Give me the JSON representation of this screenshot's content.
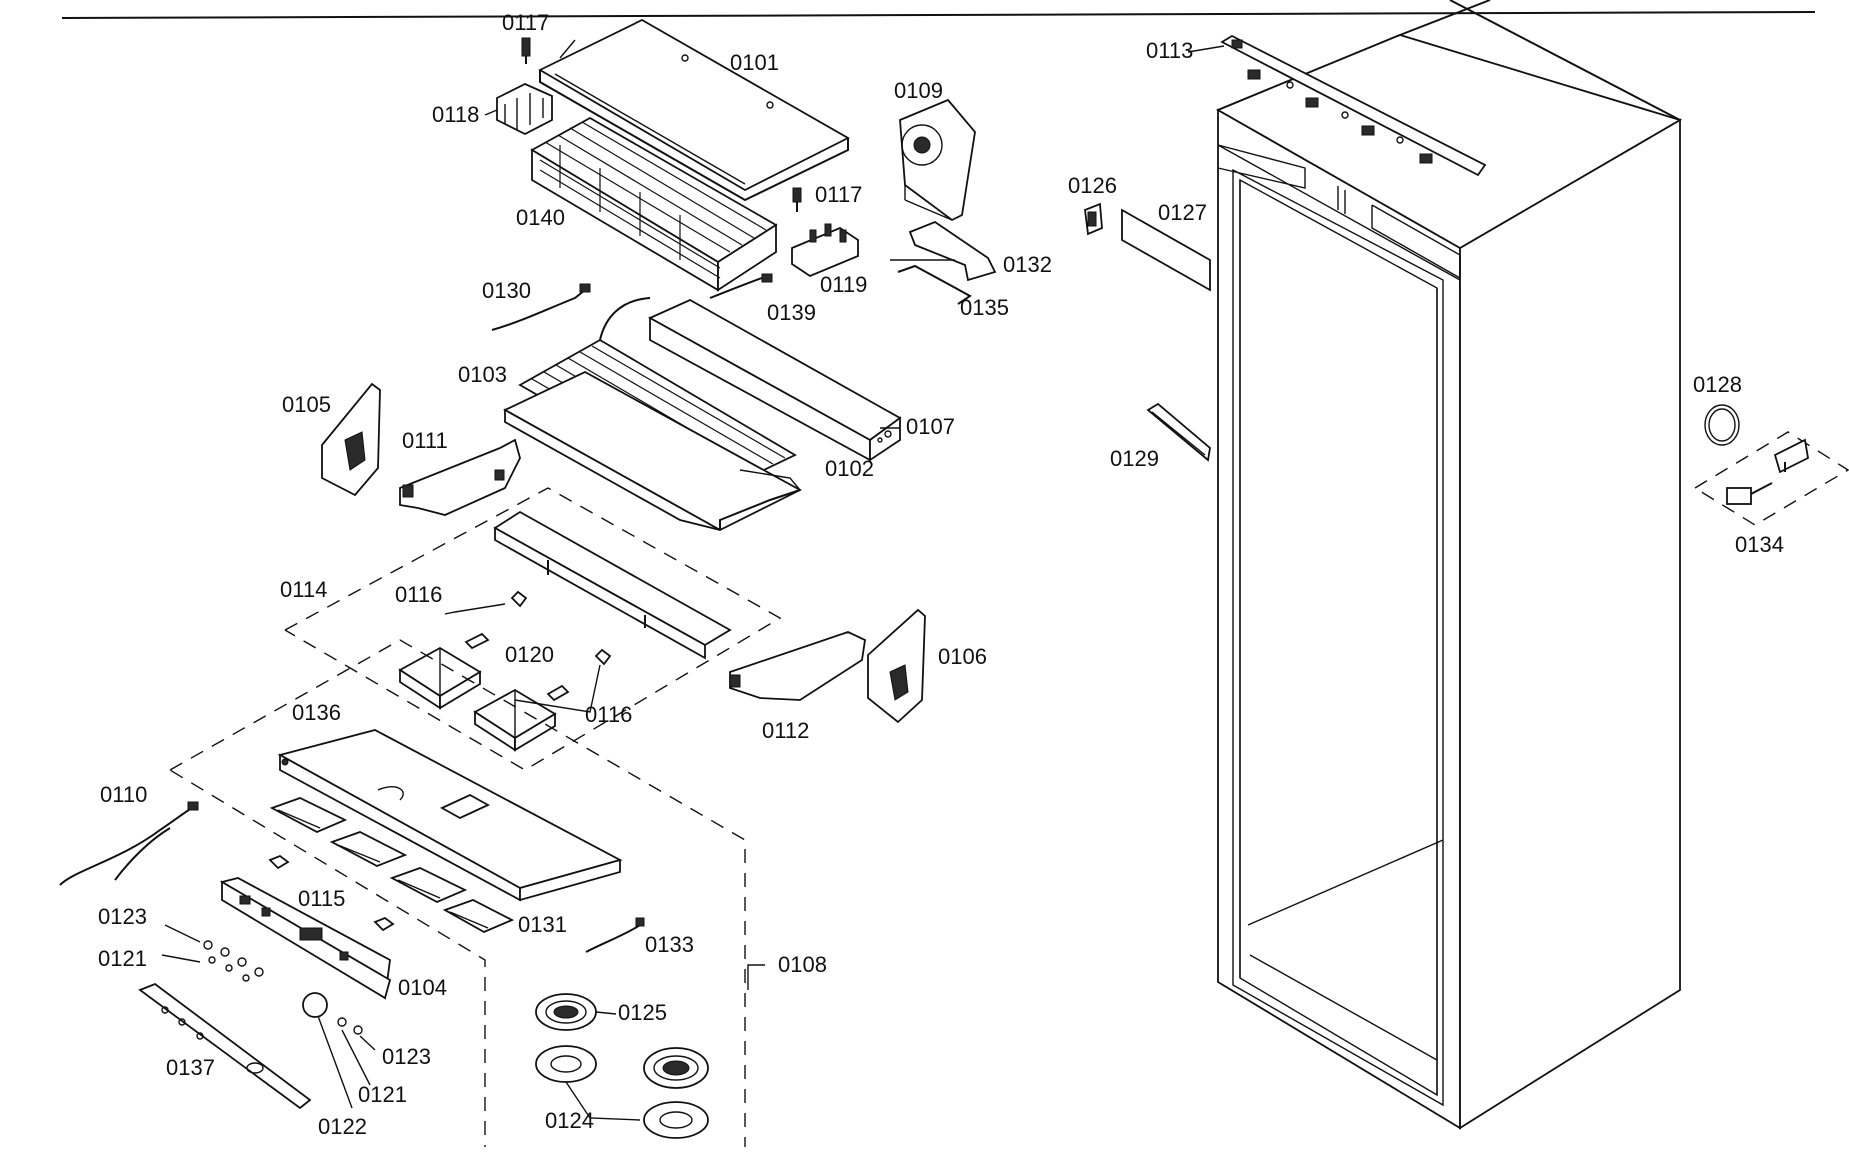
{
  "labels": [
    {
      "id": "0117a",
      "text": "0117"
    },
    {
      "id": "0101",
      "text": "0101"
    },
    {
      "id": "0118",
      "text": "0118"
    },
    {
      "id": "0109",
      "text": "0109"
    },
    {
      "id": "0113",
      "text": "0113"
    },
    {
      "id": "0117b",
      "text": "0117"
    },
    {
      "id": "0140",
      "text": "0140"
    },
    {
      "id": "0126",
      "text": "0126"
    },
    {
      "id": "0127",
      "text": "0127"
    },
    {
      "id": "0132",
      "text": "0132"
    },
    {
      "id": "0119",
      "text": "0119"
    },
    {
      "id": "0130",
      "text": "0130"
    },
    {
      "id": "0139",
      "text": "0139"
    },
    {
      "id": "0135",
      "text": "0135"
    },
    {
      "id": "0103",
      "text": "0103"
    },
    {
      "id": "0128",
      "text": "0128"
    },
    {
      "id": "0105",
      "text": "0105"
    },
    {
      "id": "0107",
      "text": "0107"
    },
    {
      "id": "0111",
      "text": "0111"
    },
    {
      "id": "0129",
      "text": "0129"
    },
    {
      "id": "0102",
      "text": "0102"
    },
    {
      "id": "0134",
      "text": "0134"
    },
    {
      "id": "0114",
      "text": "0114"
    },
    {
      "id": "0116a",
      "text": "0116"
    },
    {
      "id": "0120",
      "text": "0120"
    },
    {
      "id": "0106",
      "text": "0106"
    },
    {
      "id": "0116b",
      "text": "0116"
    },
    {
      "id": "0136",
      "text": "0136"
    },
    {
      "id": "0112",
      "text": "0112"
    },
    {
      "id": "0110",
      "text": "0110"
    },
    {
      "id": "0115",
      "text": "0115"
    },
    {
      "id": "0131",
      "text": "0131"
    },
    {
      "id": "0123a",
      "text": "0123"
    },
    {
      "id": "0133",
      "text": "0133"
    },
    {
      "id": "0121a",
      "text": "0121"
    },
    {
      "id": "0108",
      "text": "0108"
    },
    {
      "id": "0104",
      "text": "0104"
    },
    {
      "id": "0125",
      "text": "0125"
    },
    {
      "id": "0123b",
      "text": "0123"
    },
    {
      "id": "0137",
      "text": "0137"
    },
    {
      "id": "0121b",
      "text": "0121"
    },
    {
      "id": "0124",
      "text": "0124"
    },
    {
      "id": "0122",
      "text": "0122"
    }
  ]
}
